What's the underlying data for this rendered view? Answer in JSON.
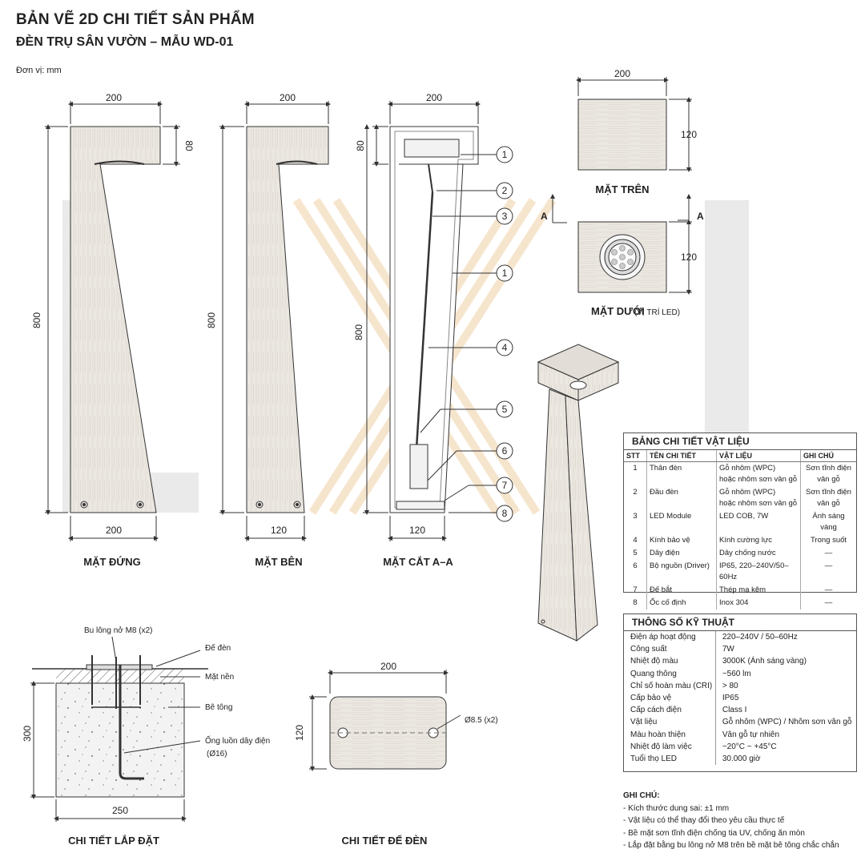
{
  "header": {
    "title": "BẢN VẼ 2D CHI TIẾT SẢN PHẨM",
    "subtitle": "ĐÈN TRỤ SÂN VƯỜN – MẪU WD-01",
    "unit": "Đơn vị: mm"
  },
  "views": {
    "front": {
      "label": "MẶT ĐỨNG",
      "dim_top": "200",
      "dim_head": "80",
      "dim_height": "800",
      "dim_bottom": "200"
    },
    "side": {
      "label": "MẶT BÊN",
      "dim_top": "200",
      "dim_height": "800",
      "dim_bottom": "120"
    },
    "section": {
      "label": "MẶT CẮT A–A",
      "dim_top": "200",
      "dim_head": "80",
      "dim_height": "800",
      "dim_bottom": "120",
      "callouts": [
        "1",
        "2",
        "3",
        "1",
        "4",
        "5",
        "6",
        "7",
        "8"
      ]
    },
    "top": {
      "label": "MẶT TRÊN",
      "dim_w": "200",
      "dim_h": "120"
    },
    "bottom": {
      "label_main": "MẶT DƯỚI",
      "label_sub": "(VỊ TRÍ LED)",
      "dim_h": "120",
      "section_mark": "A"
    },
    "install": {
      "label": "CHI TIẾT LẮP ĐẶT",
      "bolt_note": "Bu lông nở M8 (x2)",
      "dim_depth": "300",
      "dim_width": "250",
      "notes": [
        "Đế đèn",
        "Mặt nền",
        "Bê tông",
        "Ống luồn dây điện",
        "(Ø16)"
      ]
    },
    "base": {
      "label": "CHI TIẾT ĐẾ ĐÈN",
      "dim_w": "200",
      "dim_h": "120",
      "hole_note": "Ø8.5 (x2)"
    }
  },
  "bom": {
    "title": "BẢNG CHI TIẾT VẬT LIỆU",
    "columns": [
      "STT",
      "TÊN CHI TIẾT",
      "VẬT LIỆU",
      "GHI CHÚ"
    ],
    "rows": [
      [
        "1",
        "Thân đèn",
        "Gỗ nhôm (WPC)\nhoặc nhôm sơn vân gỗ",
        "Sơn tĩnh điện\nvân gỗ"
      ],
      [
        "2",
        "Đầu đèn",
        "Gỗ nhôm (WPC)\nhoặc nhôm sơn vân gỗ",
        "Sơn tĩnh điện\nvân gỗ"
      ],
      [
        "3",
        "LED Module",
        "LED COB, 7W",
        "Ánh sáng vàng"
      ],
      [
        "4",
        "Kính bảo vệ",
        "Kính cường lực",
        "Trong suốt"
      ],
      [
        "5",
        "Dây điện",
        "Dây chống nước",
        "—"
      ],
      [
        "6",
        "Bộ nguồn (Driver)",
        "IP65, 220–240V/50–60Hz",
        "—"
      ],
      [
        "7",
        "Đế bắt",
        "Thép mạ kẽm",
        "—"
      ],
      [
        "8",
        "Ốc cố định",
        "Inox 304",
        "—"
      ]
    ]
  },
  "specs": {
    "title": "THÔNG SỐ KỸ THUẬT",
    "rows": [
      [
        "Điện áp hoạt động",
        "220–240V / 50–60Hz"
      ],
      [
        "Công suất",
        "7W"
      ],
      [
        "Nhiệt độ màu",
        "3000K (Ánh sáng vàng)"
      ],
      [
        "Quang thông",
        "~560 lm"
      ],
      [
        "Chỉ số hoàn màu (CRI)",
        "> 80"
      ],
      [
        "Cấp bảo vệ",
        "IP65"
      ],
      [
        "Cấp cách điện",
        "Class I"
      ],
      [
        "Vật liệu",
        "Gỗ nhôm (WPC) / Nhôm sơn vân gỗ"
      ],
      [
        "Màu hoàn thiện",
        "Vân gỗ tự nhiên"
      ],
      [
        "Nhiệt độ làm việc",
        "−20°C ~ +45°C"
      ],
      [
        "Tuổi thọ LED",
        "30.000 giờ"
      ]
    ]
  },
  "notes": {
    "title": "GHI CHÚ:",
    "items": [
      "- Kích thước dung sai: ±1 mm",
      "- Vật liệu có thể thay đổi theo yêu cầu thực tế",
      "- Bề mặt sơn tĩnh điện chống tia UV, chống ăn mòn",
      "- Lắp đặt bằng bu lông nở M8 trên bề mặt bê tông chắc chắn"
    ]
  },
  "colors": {
    "line": "#333333",
    "wood": "#e9e5df",
    "watermark_gray": "#e6e6e6",
    "watermark_orange": "#f5dfc0"
  }
}
